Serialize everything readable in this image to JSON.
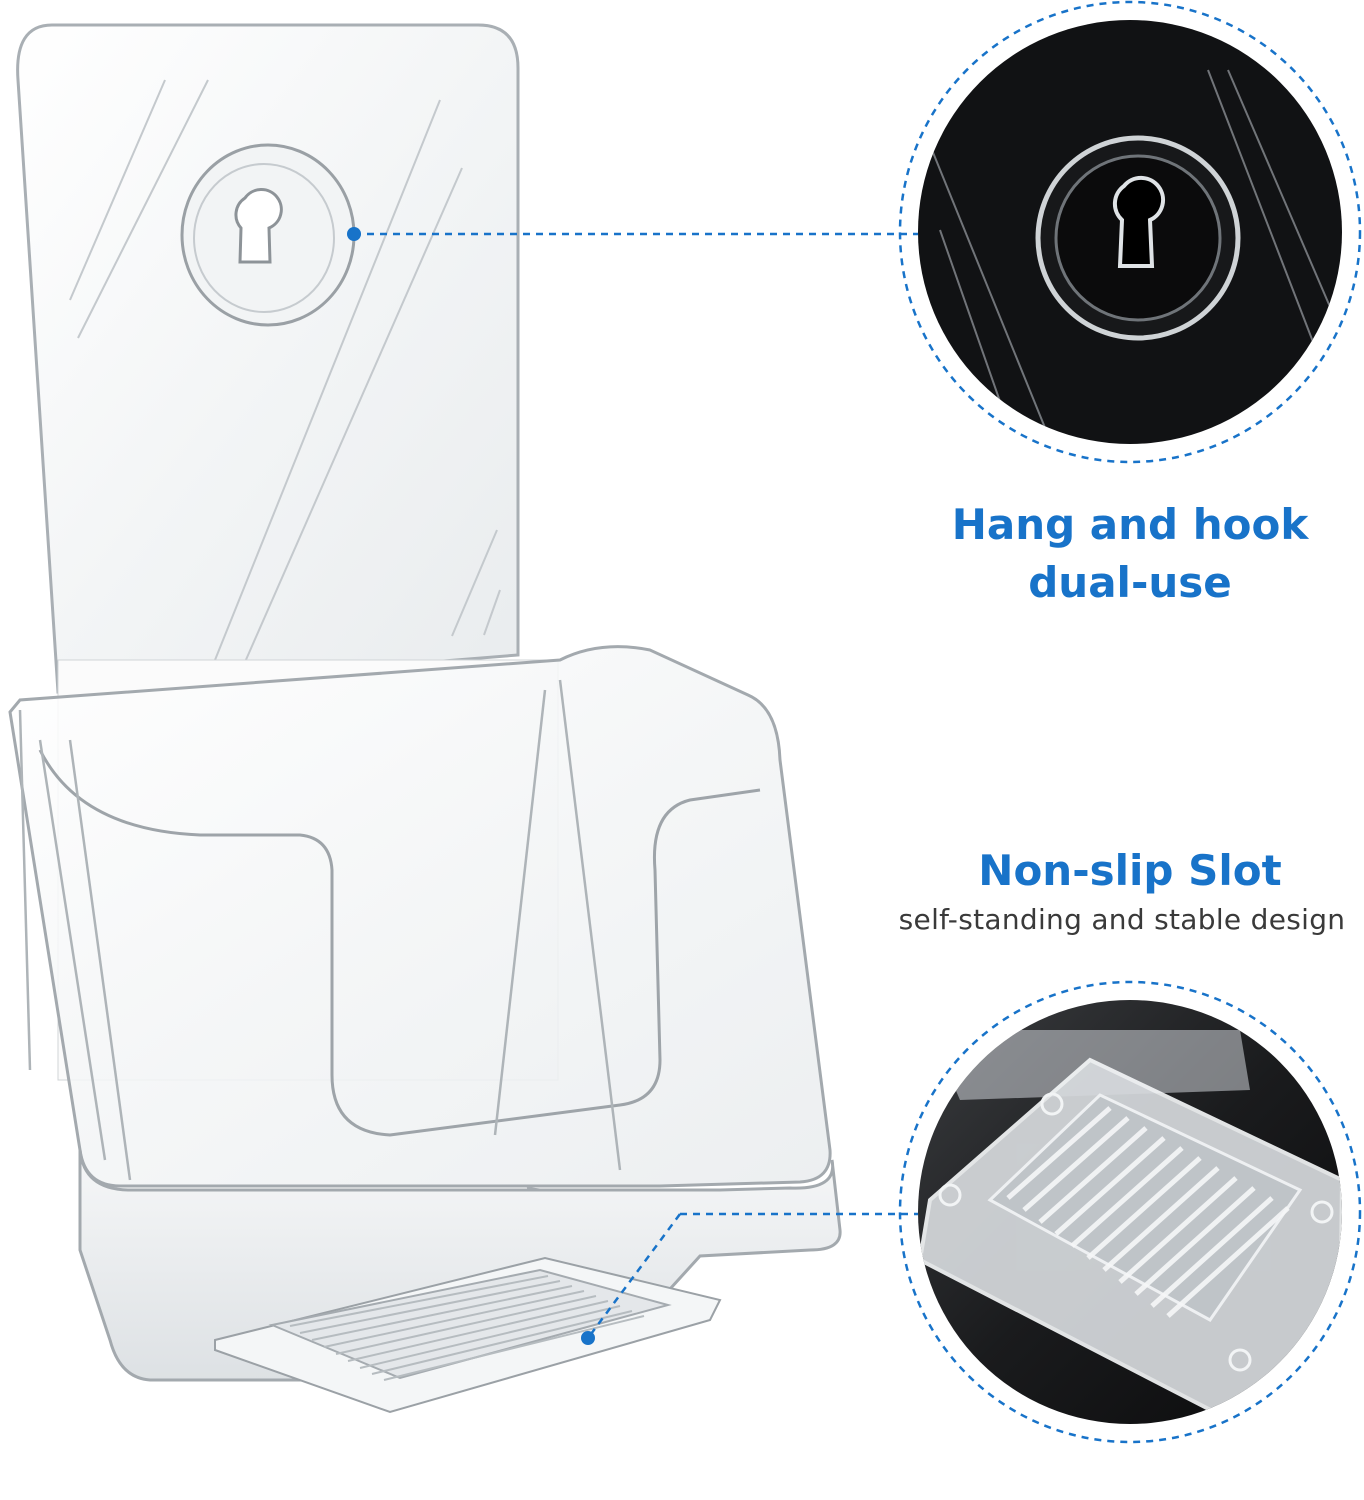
{
  "colors": {
    "accent": "#1873c9",
    "subtitle_text": "#3a3a3a",
    "dark_background": "#121212"
  },
  "callouts": {
    "hang_hook": {
      "title": "Hang and hook dual-use"
    },
    "non_slip": {
      "title": "Non-slip Slot",
      "subtitle": "self-standing and stable design"
    }
  }
}
